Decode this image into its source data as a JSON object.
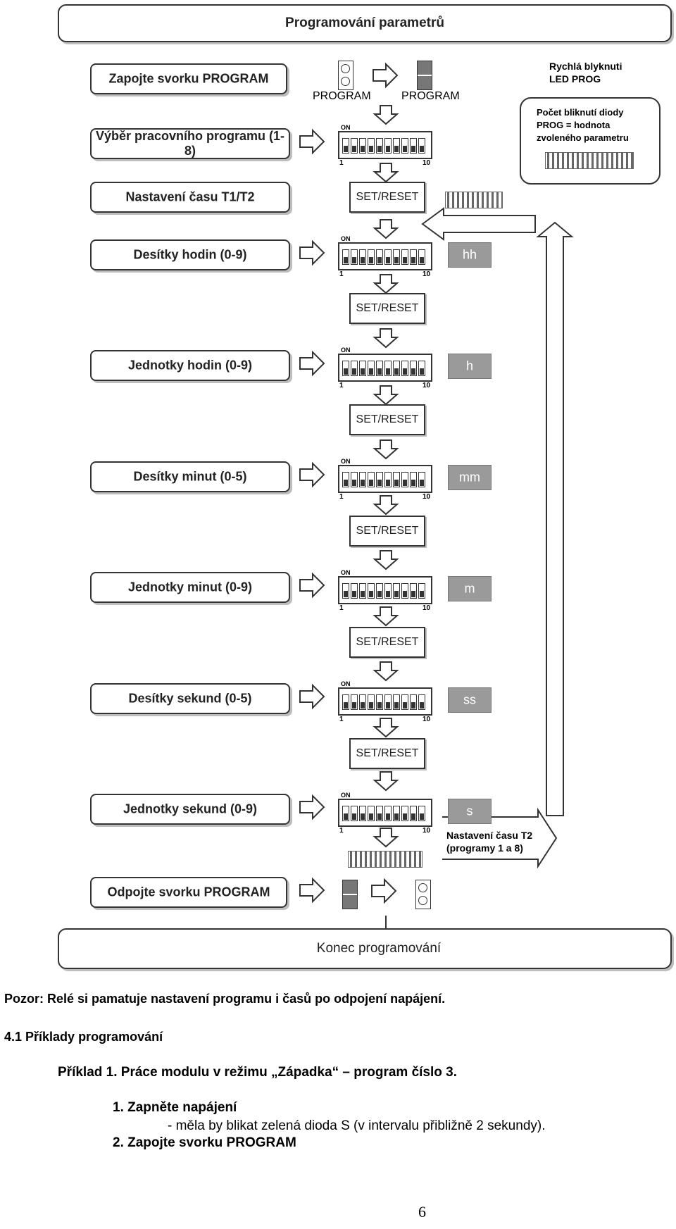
{
  "header": {
    "title": "Programování parametrů"
  },
  "footer": {
    "title": "Konec programování"
  },
  "steps": [
    "Zapojte svorku PROGRAM",
    "Výběr pracovního programu (1-8)",
    "Nastavení času T1/T2",
    "Desítky hodin (0-9)",
    "Jednotky hodin (0-9)",
    "Desítky minut (0-5)",
    "Jednotky minut (0-9)",
    "Desítky sekund (0-5)",
    "Jednotky sekund (0-9)",
    "Odpojte svorku PROGRAM"
  ],
  "program_labels": {
    "left": "PROGRAM",
    "right": "PROGRAM"
  },
  "blink_note": {
    "line1": "Rychlá blyknuti",
    "line2": "LED PROG"
  },
  "count_note": {
    "line1": "Počet bliknutí diody",
    "line2": "PROG = hodnota",
    "line3": "zvoleného parametru"
  },
  "set_reset_label": "SET/RESET",
  "dip": {
    "on": "ON",
    "first": "1",
    "last": "10"
  },
  "params": [
    "hh",
    "h",
    "mm",
    "m",
    "ss",
    "s"
  ],
  "t2_note": {
    "line1": "Nastavení času T2",
    "line2": "(programy 1 a 8)"
  },
  "body": {
    "warning": "Pozor: Relé si pamatuje nastavení programu i časů po odpojení napájení.",
    "section": "4.1 Příklady programování",
    "example": "Příklad 1. Práce modulu v režimu „Západka“ – program číslo 3.",
    "item1": "1. Zapněte napájení",
    "item1_detail": "- měla by blikat zelená dioda S (v intervalu přibližně 2 sekundy).",
    "item2": "2. Zapojte svorku PROGRAM"
  },
  "page_number": "6"
}
